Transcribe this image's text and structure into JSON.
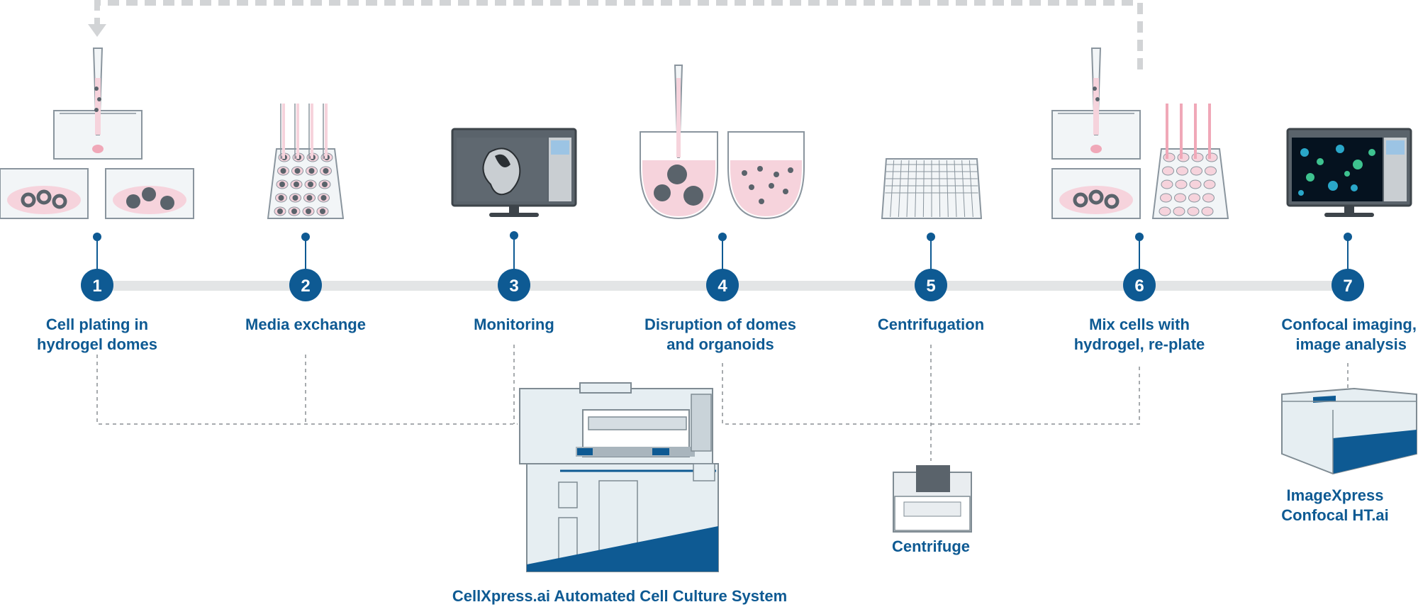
{
  "steps": [
    {
      "number": "1",
      "line1": "Cell plating in",
      "line2": "hydrogel domes"
    },
    {
      "number": "2",
      "line1": "Media exchange",
      "line2": ""
    },
    {
      "number": "3",
      "line1": "Monitoring",
      "line2": ""
    },
    {
      "number": "4",
      "line1": "Disruption of domes",
      "line2": "and organoids"
    },
    {
      "number": "5",
      "line1": "Centrifugation",
      "line2": ""
    },
    {
      "number": "6",
      "line1": "Mix cells with",
      "line2": "hydrogel, re-plate"
    },
    {
      "number": "7",
      "line1": "Confocal imaging,",
      "line2": "image analysis"
    }
  ],
  "instruments": {
    "cellxpress": "CellXpress.ai Automated Cell Culture System",
    "centrifuge": "Centrifuge",
    "imagexpress_line1": "ImageXpress",
    "imagexpress_line2": "Confocal HT.ai"
  },
  "colors": {
    "brand_blue": "#0e5a93",
    "timeline_gray": "#e3e5e6",
    "loop_dash_gray": "#d2d4d6",
    "outline_gray": "#8a959e",
    "pink": "#f6d3dc",
    "dark_gray": "#5a636b"
  }
}
